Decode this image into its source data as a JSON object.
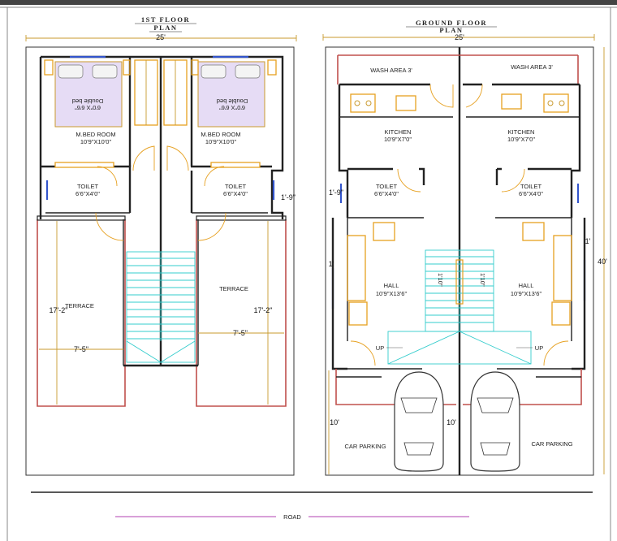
{
  "first_floor": {
    "title_line1": "1ST FLOOR",
    "title_line2": "PLAN",
    "width_dim": "25'",
    "bed_label": "Double bed",
    "bed_size": "6'0\"X 6'6\"",
    "bedroom_left": {
      "name": "M.BED ROOM",
      "size": "10'9\"X10'0\""
    },
    "bedroom_right": {
      "name": "M.BED ROOM",
      "size": "10'9\"X10'0\""
    },
    "toilet_left": {
      "name": "TOILET",
      "size": "6'6\"X4'0\""
    },
    "toilet_right": {
      "name": "TOILET",
      "size": "6'6\"X4'0\""
    },
    "terrace_left": "TERRACE",
    "terrace_right": "TERRACE",
    "dim_left_height": "17'-2\"",
    "dim_right_height": "17'-2\"",
    "dim_left_width": "7'-5\"",
    "dim_right_width": "7'-5\"",
    "dim_right_offset": "1'-9\""
  },
  "ground_floor": {
    "title_line1": "GROUND FLOOR",
    "title_line2": "PLAN",
    "width_dim": "25'",
    "height_dim": "40'",
    "wash_left": "WASH AREA 3'",
    "wash_right": "WASH AREA 3'",
    "kitchen_left": {
      "name": "KITCHEN",
      "size": "10'9\"X7'0\""
    },
    "kitchen_right": {
      "name": "KITCHEN",
      "size": "10'9\"X7'0\""
    },
    "toilet_left": {
      "name": "TOILET",
      "size": "6'6\"X4'0\""
    },
    "toilet_right": {
      "name": "TOILET",
      "size": "6'6\"X4'0\""
    },
    "hall_left": {
      "name": "HALL",
      "size": "10'9\"X13'6\""
    },
    "hall_right": {
      "name": "HALL",
      "size": "10'9\"X13'6\""
    },
    "up_left": "UP",
    "up_right": "UP",
    "parking_left": "CAR PARKING",
    "parking_right": "CAR PARKING",
    "dim_offset_left": "1'-9\"",
    "dim_side_left": "1'",
    "dim_side_right": "1'",
    "dim_parking_left": "10'",
    "dim_parking_mid": "10'",
    "stair_numbers": [
      "1'10\"",
      "1'10\""
    ]
  },
  "road_label": "ROAD",
  "colors": {
    "walls": "#222222",
    "boundary": "#c0504d",
    "furniture": "#e6a020",
    "staircase": "#33cccc",
    "window": "#3355cc",
    "road_line": "#b040b0",
    "dimension": "#c99a2e"
  }
}
